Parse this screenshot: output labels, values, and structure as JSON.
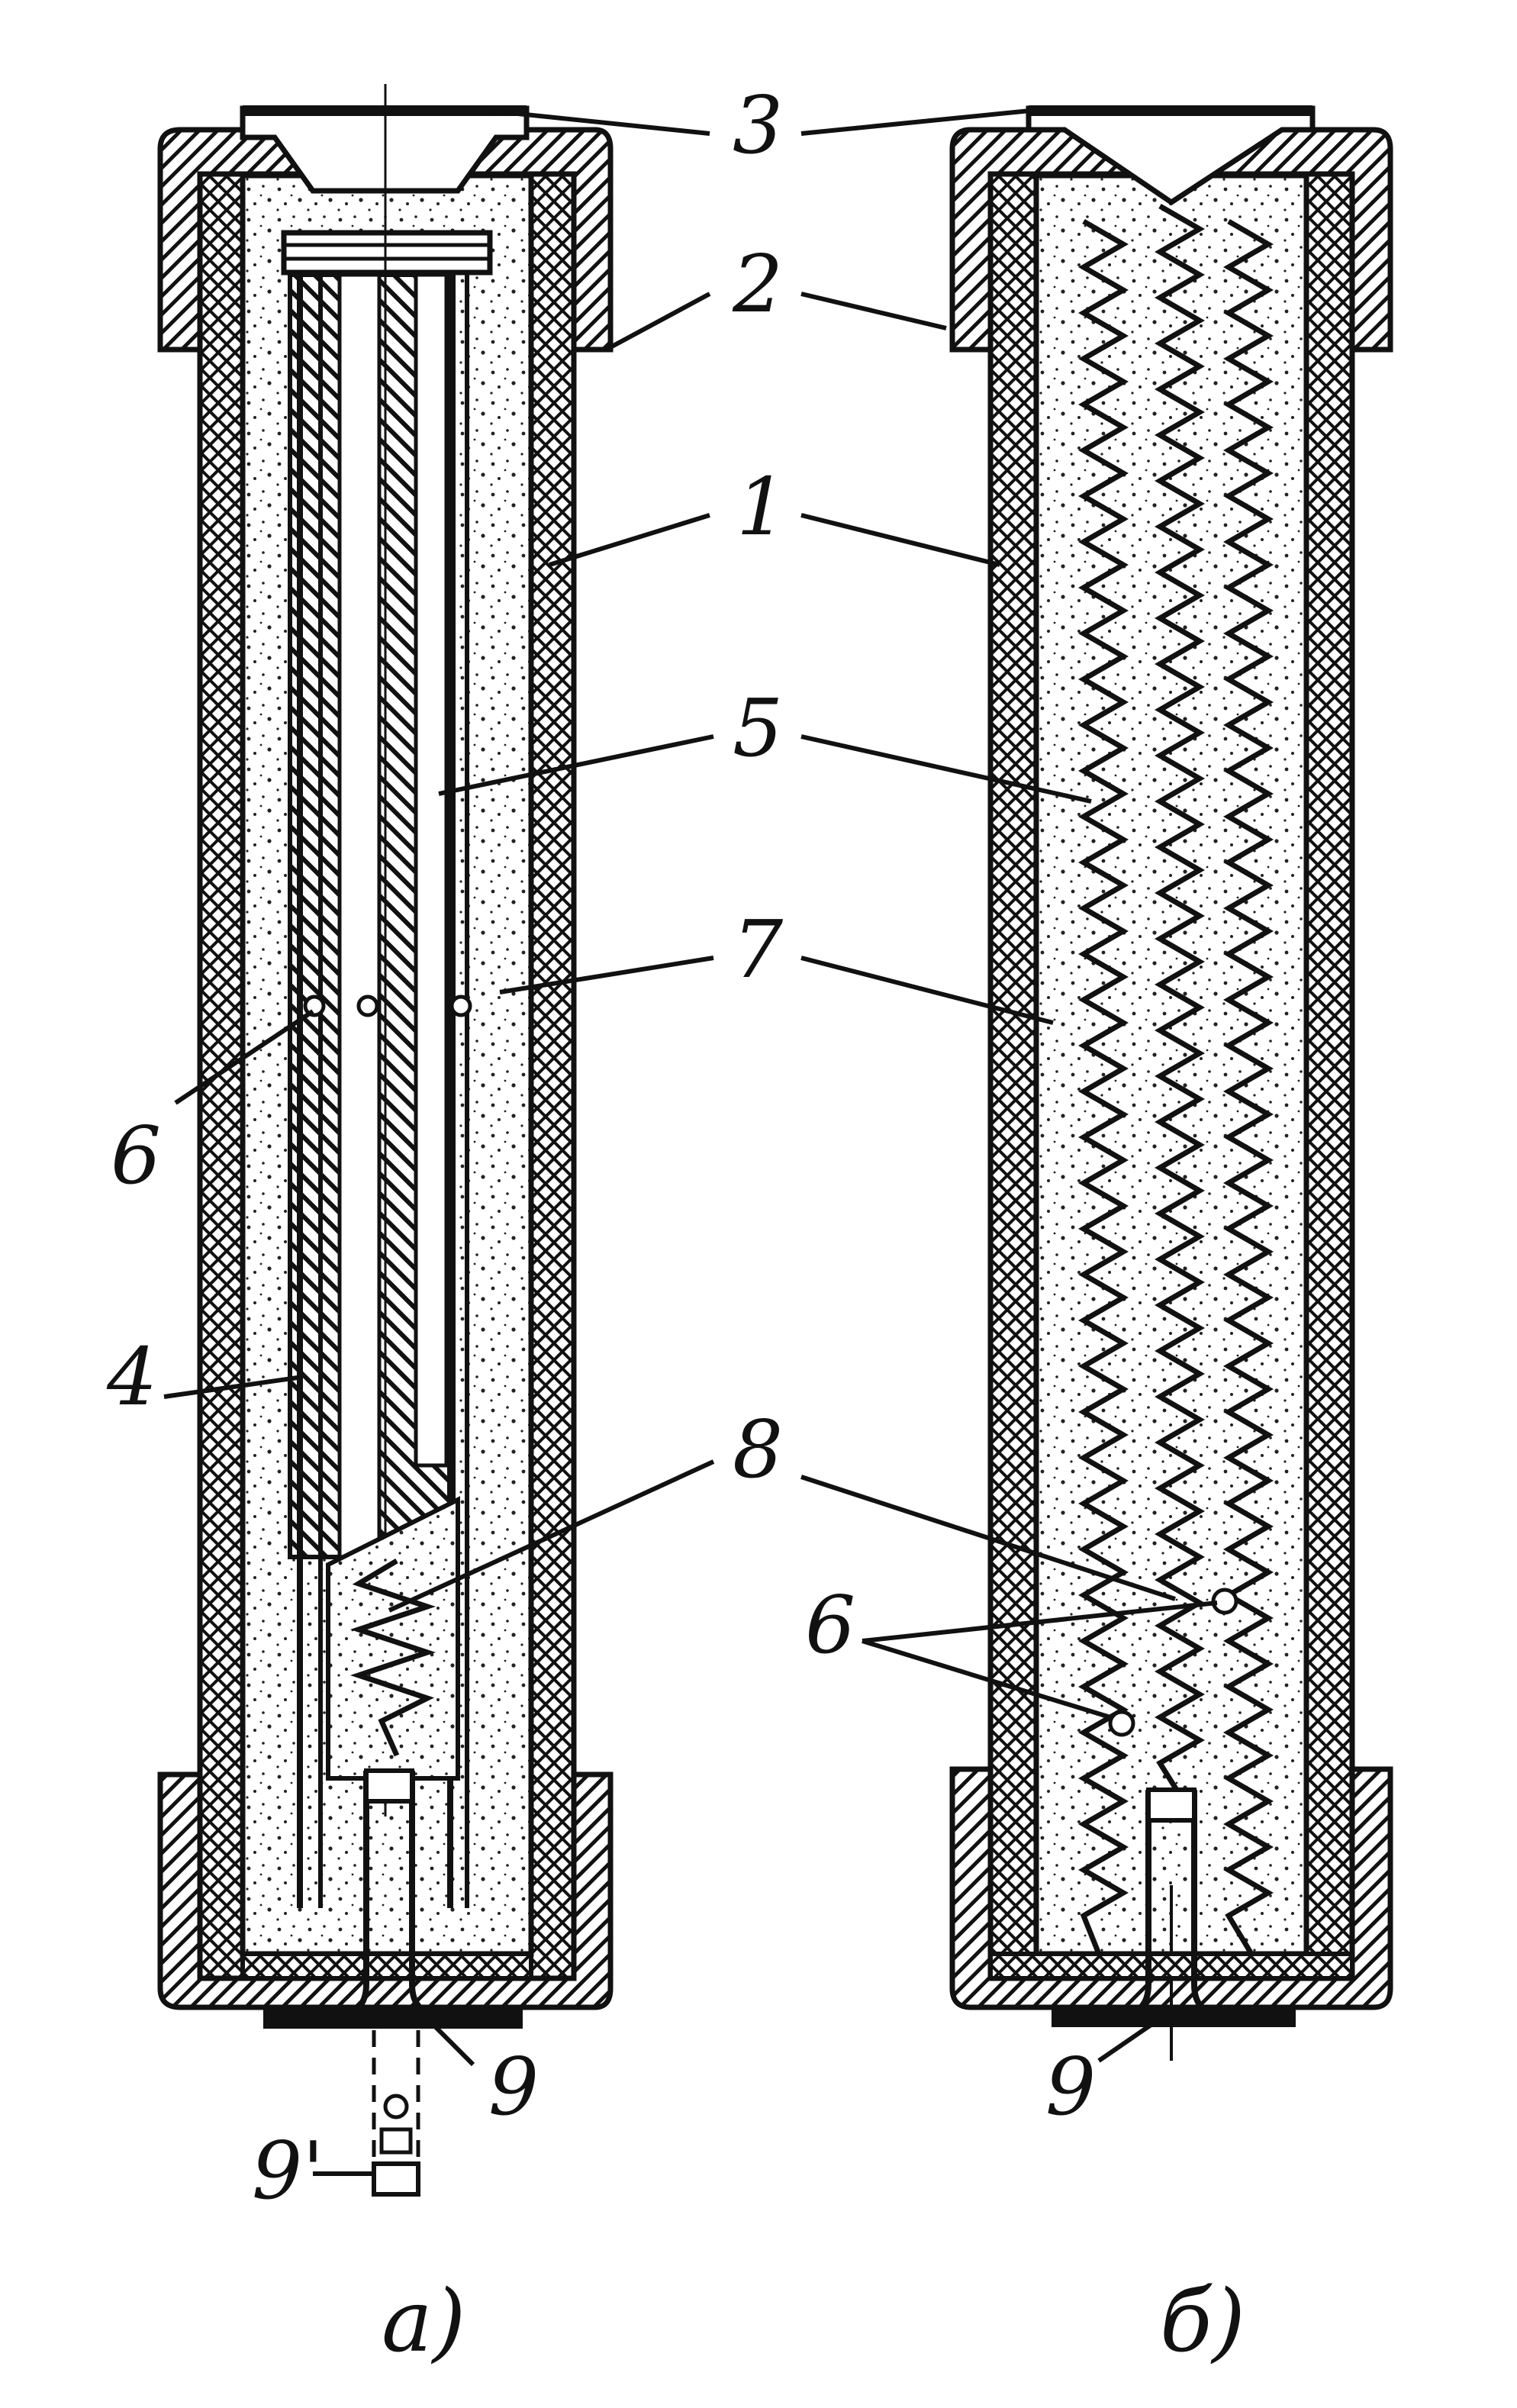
{
  "figure": {
    "labels": {
      "shell": "1",
      "cap_nut": "2",
      "seal": "3",
      "insert": "4",
      "element": "5",
      "ball": "6",
      "filler": "7",
      "spring": "8",
      "lead": "9",
      "lead_alt": "9'"
    },
    "captions": {
      "left": "а)",
      "right": "б)"
    }
  },
  "colors": {
    "ink": "#111111",
    "paper": "#ffffff"
  }
}
